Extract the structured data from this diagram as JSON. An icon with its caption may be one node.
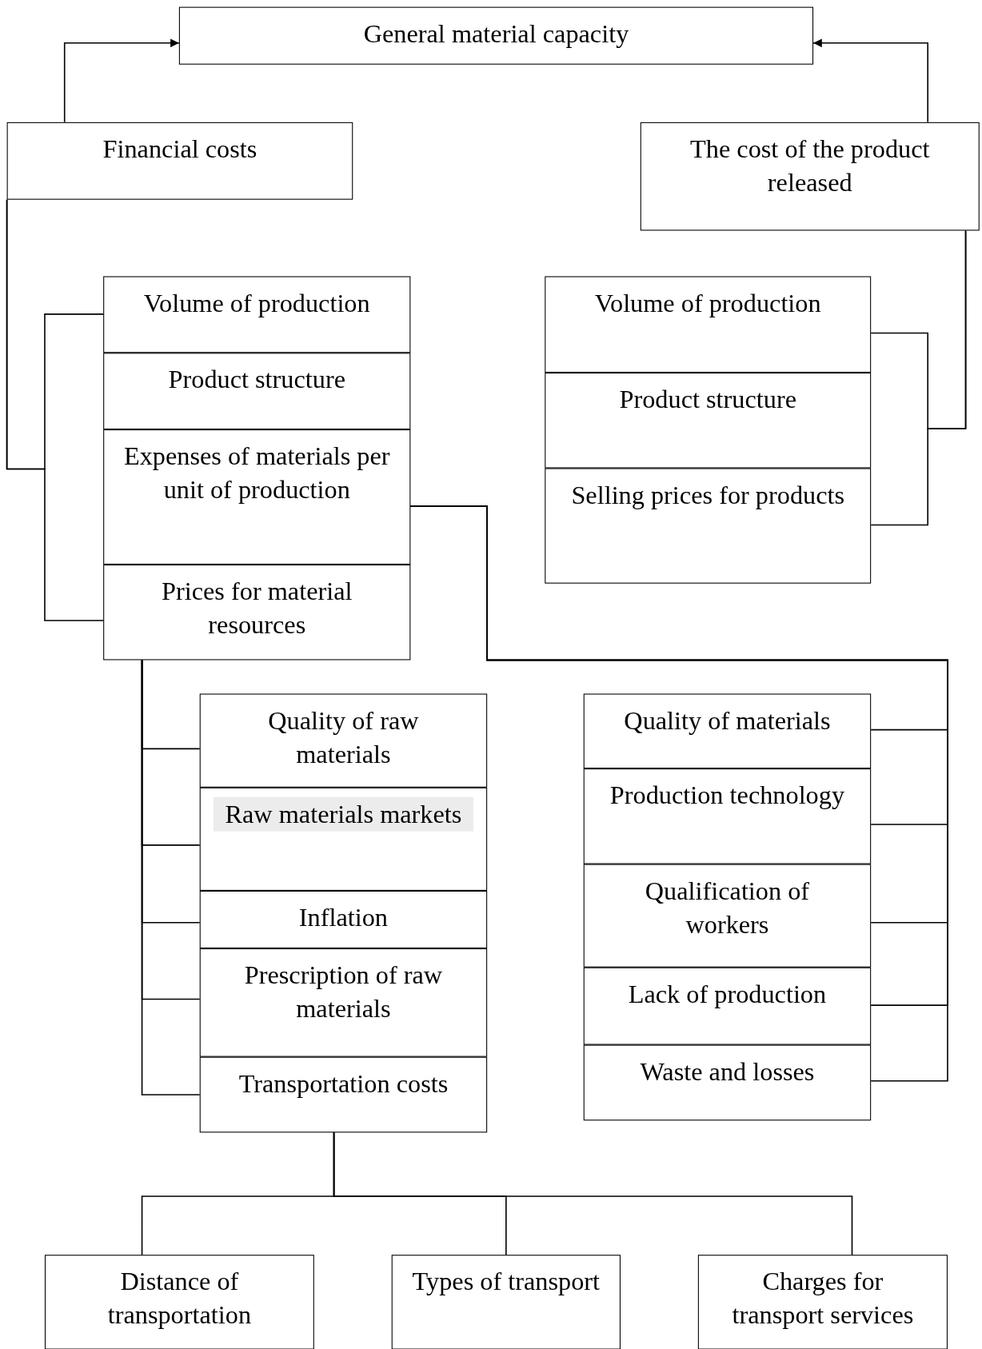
{
  "diagram": {
    "nodes": [
      {
        "text": [
          "General material capacity"
        ]
      },
      {
        "text": [
          "Financial costs"
        ]
      },
      {
        "text": [
          "The cost of the product released"
        ]
      },
      {
        "text": [
          "Volume of production"
        ]
      },
      {
        "text": [
          "Product structure"
        ]
      },
      {
        "text": [
          "Expenses of materials per unit of production"
        ]
      },
      {
        "text": [
          "Prices for material resources"
        ]
      },
      {
        "text": [
          "Volume of production"
        ]
      },
      {
        "text": [
          "Product structure"
        ]
      },
      {
        "text": [
          "Selling prices for products"
        ]
      },
      {
        "text": [
          "Quality of raw materials"
        ]
      },
      {
        "text": [
          "Raw materials markets"
        ]
      },
      {
        "text": [
          "Inflation"
        ]
      },
      {
        "text": [
          "Prescription of raw materials"
        ]
      },
      {
        "text": [
          "Transportation costs"
        ]
      },
      {
        "text": [
          "Quality of materials"
        ]
      },
      {
        "text": [
          "Production technology"
        ]
      },
      {
        "text": [
          "Qualification of workers"
        ]
      },
      {
        "text": [
          "Lack of production"
        ]
      },
      {
        "text": [
          "Waste and losses"
        ]
      },
      {
        "text": [
          "Distance of transportation"
        ]
      },
      {
        "text": [
          "Types of transport"
        ]
      },
      {
        "text": [
          "Charges for transport services"
        ]
      }
    ],
    "edges": [
      {
        "from": 1,
        "to": 0,
        "arrow": "to"
      },
      {
        "from": 2,
        "to": 0,
        "arrow": "to"
      },
      {
        "from": 1,
        "to": 3,
        "arrow": "none"
      },
      {
        "from": 1,
        "to": 6,
        "arrow": "none"
      },
      {
        "from": 2,
        "to": 7,
        "arrow": "none"
      },
      {
        "from": 2,
        "to": 9,
        "arrow": "none"
      },
      {
        "from": 5,
        "to": 15,
        "arrow": "none"
      },
      {
        "from": 5,
        "to": 16,
        "arrow": "none"
      },
      {
        "from": 5,
        "to": 17,
        "arrow": "none"
      },
      {
        "from": 5,
        "to": 18,
        "arrow": "none"
      },
      {
        "from": 5,
        "to": 19,
        "arrow": "none"
      },
      {
        "from": 6,
        "to": 10,
        "arrow": "none"
      },
      {
        "from": 6,
        "to": 11,
        "arrow": "none"
      },
      {
        "from": 6,
        "to": 12,
        "arrow": "none"
      },
      {
        "from": 6,
        "to": 13,
        "arrow": "none"
      },
      {
        "from": 6,
        "to": 14,
        "arrow": "none"
      },
      {
        "from": 14,
        "to": 20,
        "arrow": "none"
      },
      {
        "from": 14,
        "to": 21,
        "arrow": "none"
      },
      {
        "from": 14,
        "to": 22,
        "arrow": "none"
      }
    ]
  }
}
